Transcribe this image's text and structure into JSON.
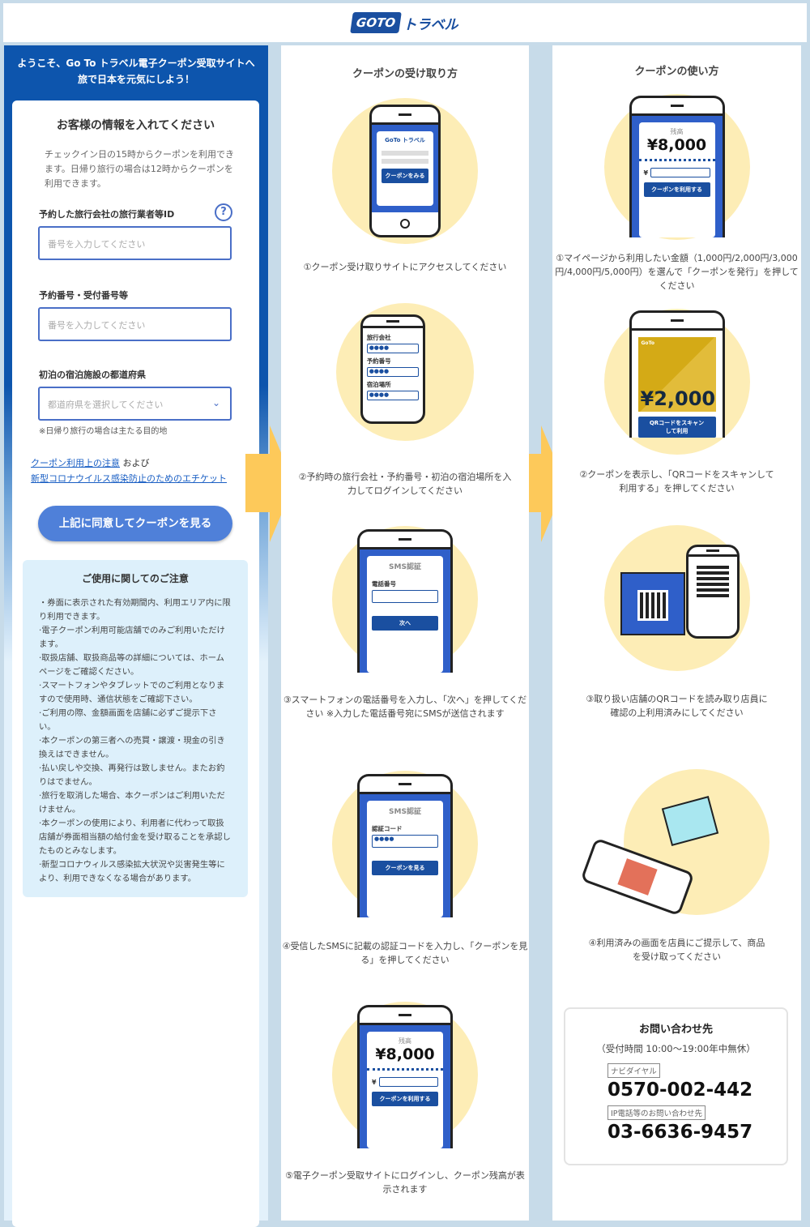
{
  "header": {
    "logo_go": "GOTO",
    "logo_travel": "トラベル"
  },
  "left": {
    "welcome_line1": "ようこそ、Go To トラベル電子クーポン受取サイトへ",
    "welcome_line2": "旅で日本を元気にしよう！",
    "form_title": "お客様の情報を入れてください",
    "intro": "チェックイン日の15時からクーポンを利用できます。日帰り旅行の場合は12時からクーポンを利用できます。",
    "field1_label": "予約した旅行会社の旅行業者等ID",
    "field1_placeholder": "番号を入力してください",
    "help": "?",
    "field2_label": "予約番号・受付番号等",
    "field2_placeholder": "番号を入力してください",
    "field3_label": "初泊の宿泊施設の都道府県",
    "field3_placeholder": "都道府県を選択してください",
    "field3_note": "※日帰り旅行の場合は主たる目的地",
    "link1": "クーポン利用上の注意",
    "link_and": "および",
    "link2": "新型コロナウイルス感染防止のためのエチケット",
    "agree_button": "上記に同意してクーポンを見る",
    "caution_title": "ご使用に関してのご注意",
    "caution_items": [
      "・券面に表示された有効期間内、利用エリア内に限り利用できます。",
      "·電子クーポン利用可能店舗でのみご利用いただけます。",
      "·取扱店舗、取扱商品等の詳細については、ホームページをご確認ください。",
      "·スマートフォンやタブレットでのご利用となりますので使用時、通信状態をご確認下さい。",
      "·ご利用の際、金額画面を店舗に必ずご提示下さい。",
      "·本クーポンの第三者への売買・譲渡・現金の引き換えはできません。",
      "·払い戻しや交換、再発行は致しません。またお釣りはでません。",
      "·旅行を取消した場合、本クーポンはご利用いただけません。",
      "·本クーポンの使用により、利用者に代わって取扱店舗が券面相当額の給付金を受け取ることを承認したものとみなします。",
      "·新型コロナウィルス感染拡大状況や災害発生等により、利用できなくなる場合があります。"
    ]
  },
  "mid": {
    "title": "クーポンの受け取り方",
    "steps": [
      {
        "caption": "①クーポン受け取りサイトにアクセスしてください",
        "screen_button": "クーポンをみる",
        "screen_logo": "GoTo トラベル"
      },
      {
        "caption": "②予約時の旅行会社・予約番号・初泊の宿泊場所を入力してログインしてください",
        "f1": "旅行会社",
        "f2": "予約番号",
        "f3": "宿泊場所",
        "mask": "●●●●"
      },
      {
        "caption": "③スマートフォンの電話番号を入力し、「次へ」を押してください ※入力した電話番号宛にSMSが送信されます",
        "screen_title": "SMS認証",
        "field": "電話番号",
        "screen_button": "次へ"
      },
      {
        "caption": "④受信したSMSに記載の認証コードを入力し、「クーポンを見る」を押してください",
        "screen_title": "SMS認証",
        "field": "認証コード",
        "mask": "●●●●",
        "screen_button": "クーポンを見る"
      },
      {
        "caption": "⑤電子クーポン受取サイトにログインし、クーポン残高が表示されます",
        "balance_label": "残高",
        "balance": "¥8,000",
        "yen": "¥",
        "screen_button": "クーポンを利用する"
      }
    ]
  },
  "right": {
    "title": "クーポンの使い方",
    "steps": [
      {
        "caption": "①マイページから利用したい金額（1,000円/2,000円/3,000円/4,000円/5,000円）を選んで「クーポンを発行」を押してください",
        "balance_label": "残高",
        "balance": "¥8,000",
        "yen": "¥",
        "screen_button": "クーポンを利用する"
      },
      {
        "caption": "②クーポンを表示し、「QRコードをスキャンして利用する」を押してください",
        "amount": "¥2,000",
        "screen_button": "QRコードをスキャンして利用",
        "screen_logo": "GoTo"
      },
      {
        "caption": "③取り扱い店舗のQRコードを読み取り店員に確認の上利用済みにしてください"
      },
      {
        "caption": "④利用済みの画面を店員にご提示して、商品を受け取ってください"
      }
    ],
    "contact": {
      "title": "お問い合わせ先",
      "hours": "（受付時間 10:00〜19:00年中無休）",
      "navi_label": "ナビダイヤル",
      "navi_tel": "0570-002-442",
      "ip_label": "IP電話等のお問い合わせ先",
      "ip_tel": "03-6636-9457"
    }
  },
  "colors": {
    "brand": "#0d55ad",
    "button": "#4f80d9",
    "arrow": "#fdc95a",
    "circle": "#fdedb6"
  }
}
